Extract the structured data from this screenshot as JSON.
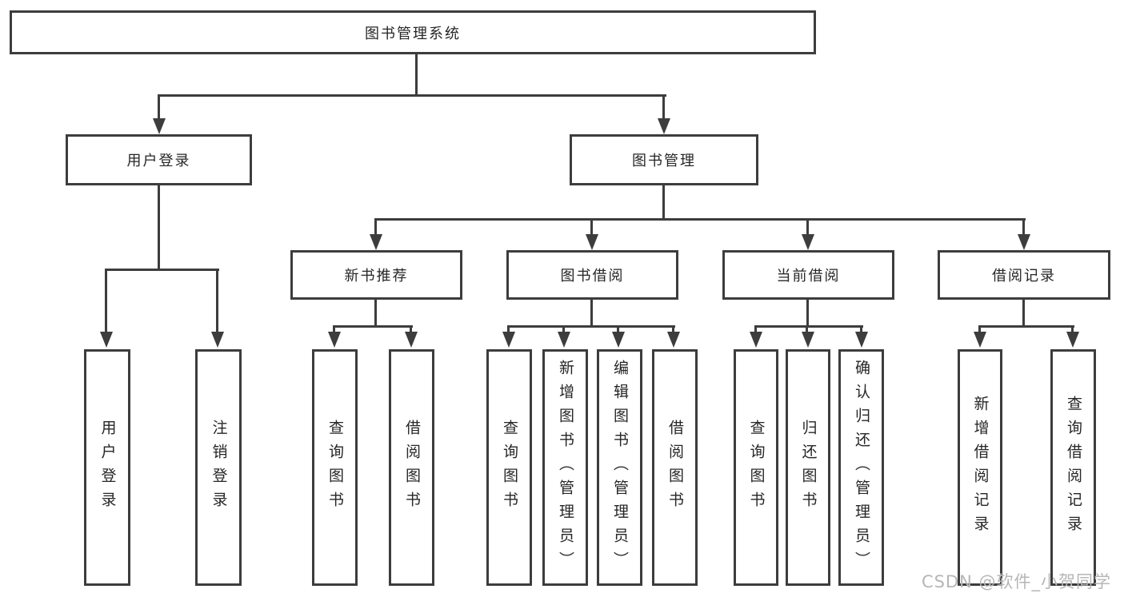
{
  "tree": {
    "root": {
      "label": "图书管理系统"
    },
    "children": [
      {
        "label": "用户登录",
        "children": [
          {
            "label": "用户登录"
          },
          {
            "label": "注销登录"
          }
        ]
      },
      {
        "label": "图书管理",
        "children": [
          {
            "label": "新书推荐",
            "children": [
              {
                "label": "查询图书"
              },
              {
                "label": "借阅图书"
              }
            ]
          },
          {
            "label": "图书借阅",
            "children": [
              {
                "label": "查询图书"
              },
              {
                "label": "新增图书（管理员）"
              },
              {
                "label": "编辑图书（管理员）"
              },
              {
                "label": "借阅图书"
              }
            ]
          },
          {
            "label": "当前借阅",
            "children": [
              {
                "label": "查询图书"
              },
              {
                "label": "归还图书"
              },
              {
                "label": "确认归还（管理员）"
              }
            ]
          },
          {
            "label": "借阅记录",
            "children": [
              {
                "label": "新增借阅记录"
              },
              {
                "label": "查询借阅记录"
              }
            ]
          }
        ]
      }
    ]
  },
  "watermark": {
    "text": "CSDN @软件_小贺同学"
  },
  "colors": {
    "line": "#3d3d3d",
    "text": "#262626",
    "watermark": "#b6b6b6",
    "background": "#ffffff"
  }
}
